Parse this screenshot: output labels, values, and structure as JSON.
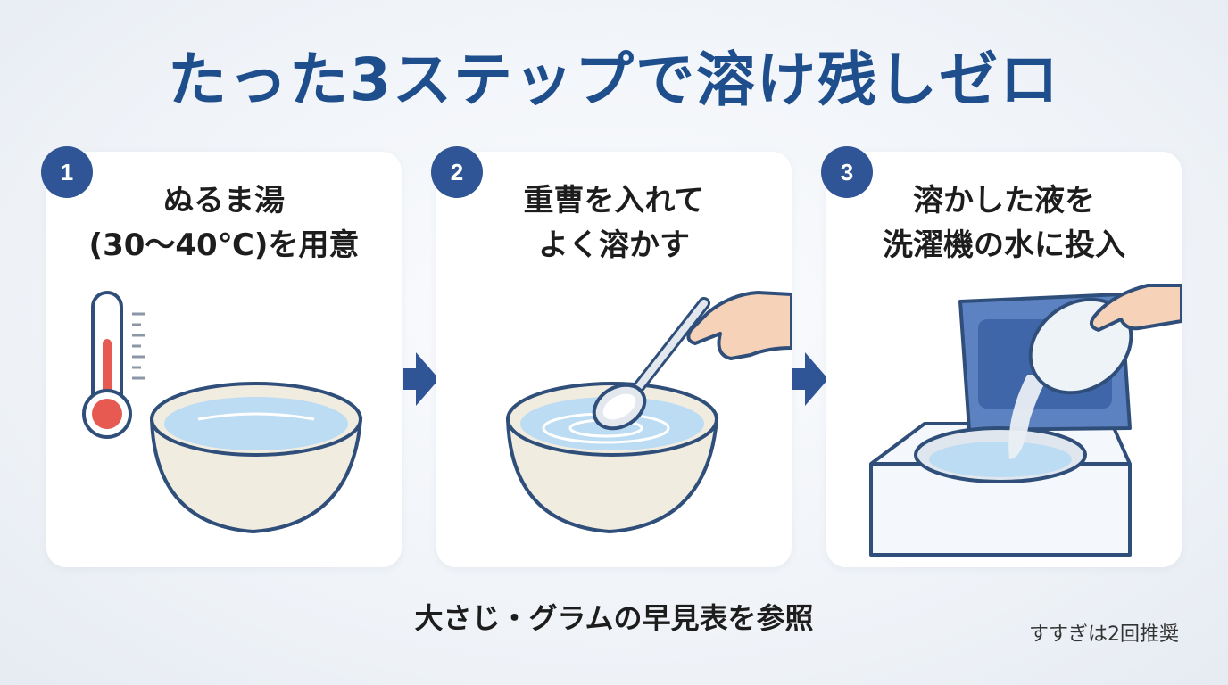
{
  "title": "たった3ステップで溶け残しゼロ",
  "steps": [
    {
      "number": "1",
      "line1": "ぬるま湯",
      "line2": "(30〜40℃)を用意"
    },
    {
      "number": "2",
      "line1": "重曹を入れて",
      "line2": "よく溶かす"
    },
    {
      "number": "3",
      "line1": "溶かした液を",
      "line2": "洗濯機の水に投入"
    }
  ],
  "bottom_note": "大さじ・グラムの早見表を参照",
  "corner_note": "すすぎは2回推奨",
  "colors": {
    "title": "#1f4e8c",
    "badge": "#2f5596",
    "arrow": "#2f5596",
    "water": "#bcdcf3",
    "bowl": "#f1ece0"
  },
  "icons": [
    "thermometer-icon",
    "bowl-icon",
    "spoon-icon",
    "hand-icon",
    "washing-machine-icon",
    "arrow-right-icon"
  ]
}
